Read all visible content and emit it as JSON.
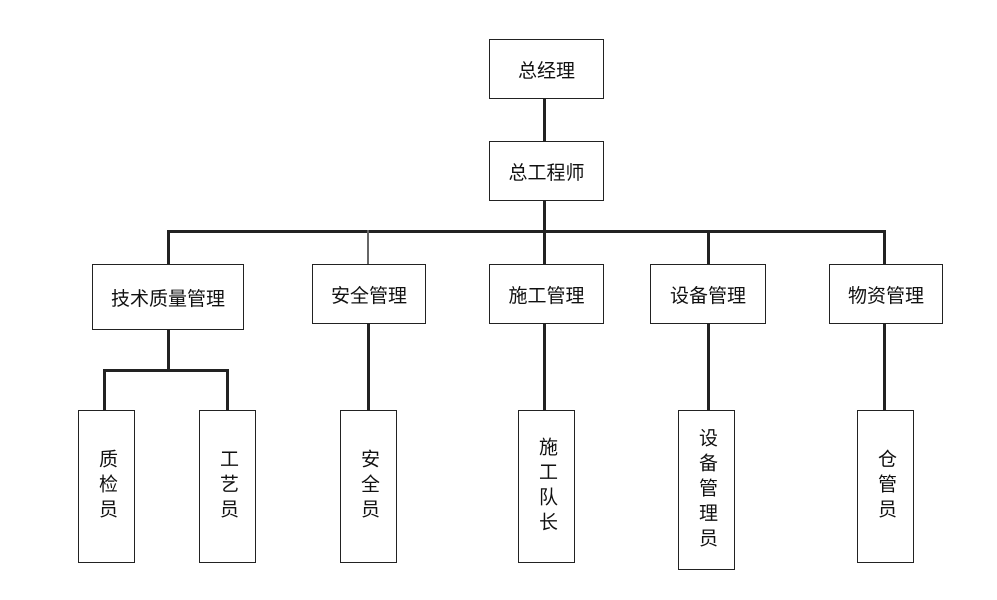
{
  "org_chart": {
    "top": "总经理",
    "second": "总工程师",
    "departments": [
      {
        "name": "技术质量管理",
        "staff": [
          "质检员",
          "工艺员"
        ]
      },
      {
        "name": "安全管理",
        "staff": [
          "安全员"
        ]
      },
      {
        "name": "施工管理",
        "staff": [
          "施工队长"
        ]
      },
      {
        "name": "设备管理",
        "staff": [
          "设备管理员"
        ]
      },
      {
        "name": "物资管理",
        "staff": [
          "仓管员"
        ]
      }
    ]
  }
}
